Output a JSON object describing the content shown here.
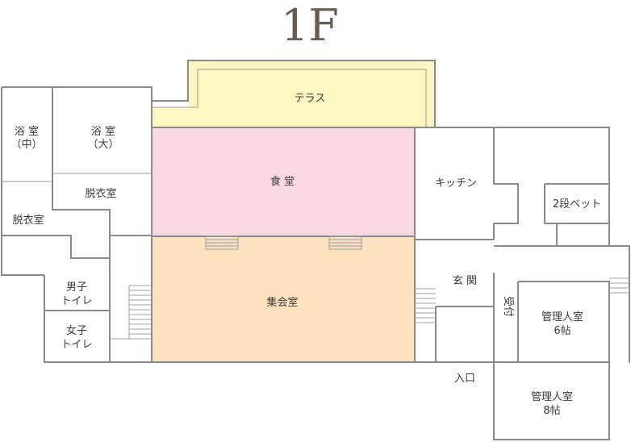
{
  "floor_title": "1F",
  "colors": {
    "terrace": "#fbf6c2",
    "dining": "#fad8e1",
    "assembly": "#fde0bd",
    "wall": "#8a8a8a"
  },
  "rooms": {
    "bath_medium": [
      "浴 室",
      "（中）"
    ],
    "bath_large": [
      "浴 室",
      "（大）"
    ],
    "changing_room_1": "脱衣室",
    "changing_room_2": "脱衣室",
    "mens_toilet": [
      "男子",
      "トイレ"
    ],
    "womens_toilet": [
      "女子",
      "トイレ"
    ],
    "terrace": "テラス",
    "dining_hall": "食 堂",
    "assembly_hall": "集会室",
    "kitchen": "キッチン",
    "bunk_bed": "2段ベット",
    "entrance_hall": "玄 関",
    "reception": "受付",
    "manager_room_6": [
      "管理人室",
      "6帖"
    ],
    "manager_room_8": [
      "管理人室",
      "8帖"
    ],
    "entrance": "入口"
  }
}
